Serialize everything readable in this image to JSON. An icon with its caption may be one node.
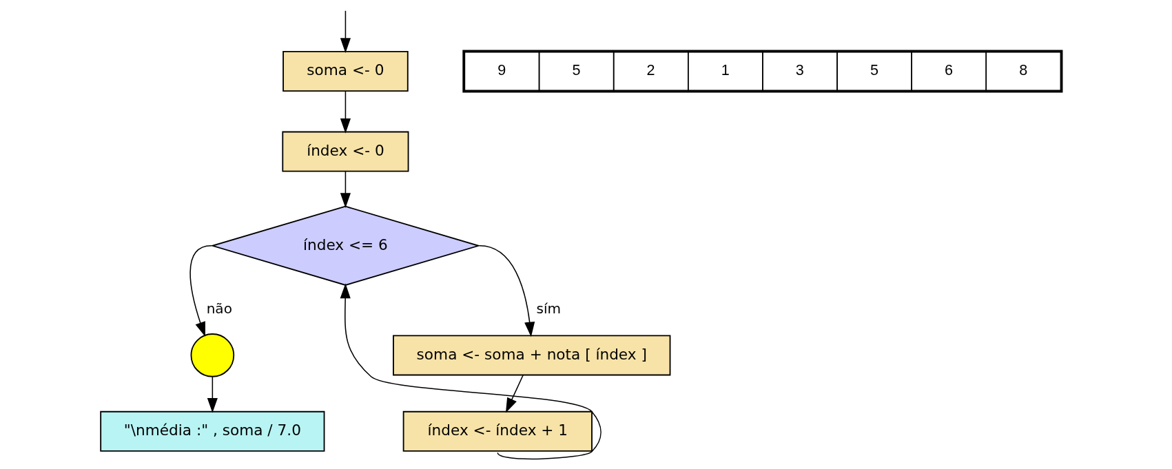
{
  "diagram": {
    "nodes": [
      {
        "text": [
          "soma <- 0"
        ]
      },
      {
        "text": [
          "índex <- 0"
        ]
      },
      {
        "text": [
          "índex <= 6"
        ]
      },
      {
        "text": [
          "soma <- soma + nota [ índex ]"
        ]
      },
      {
        "text": [
          "índex <- índex + 1"
        ]
      },
      {
        "text": [],
        "shape": "circle"
      },
      {
        "text": [
          "\"\\nmédia :\" , soma / 7.0"
        ]
      }
    ],
    "edges": [
      {
        "from": null,
        "to": 0,
        "arrow": "to"
      },
      {
        "from": 0,
        "to": 1,
        "arrow": "to"
      },
      {
        "from": 1,
        "to": 2,
        "arrow": "to"
      },
      {
        "from": 2,
        "to": 3,
        "arrow": "to",
        "label": "sím"
      },
      {
        "from": 3,
        "to": 4,
        "arrow": "to"
      },
      {
        "from": 4,
        "to": 2,
        "arrow": "to"
      },
      {
        "from": 2,
        "to": 5,
        "arrow": "to",
        "label": "não"
      },
      {
        "from": 5,
        "to": 6,
        "arrow": "to"
      }
    ],
    "labels": [
      "9",
      "5",
      "2",
      "1",
      "3",
      "5",
      "6",
      "8"
    ]
  }
}
